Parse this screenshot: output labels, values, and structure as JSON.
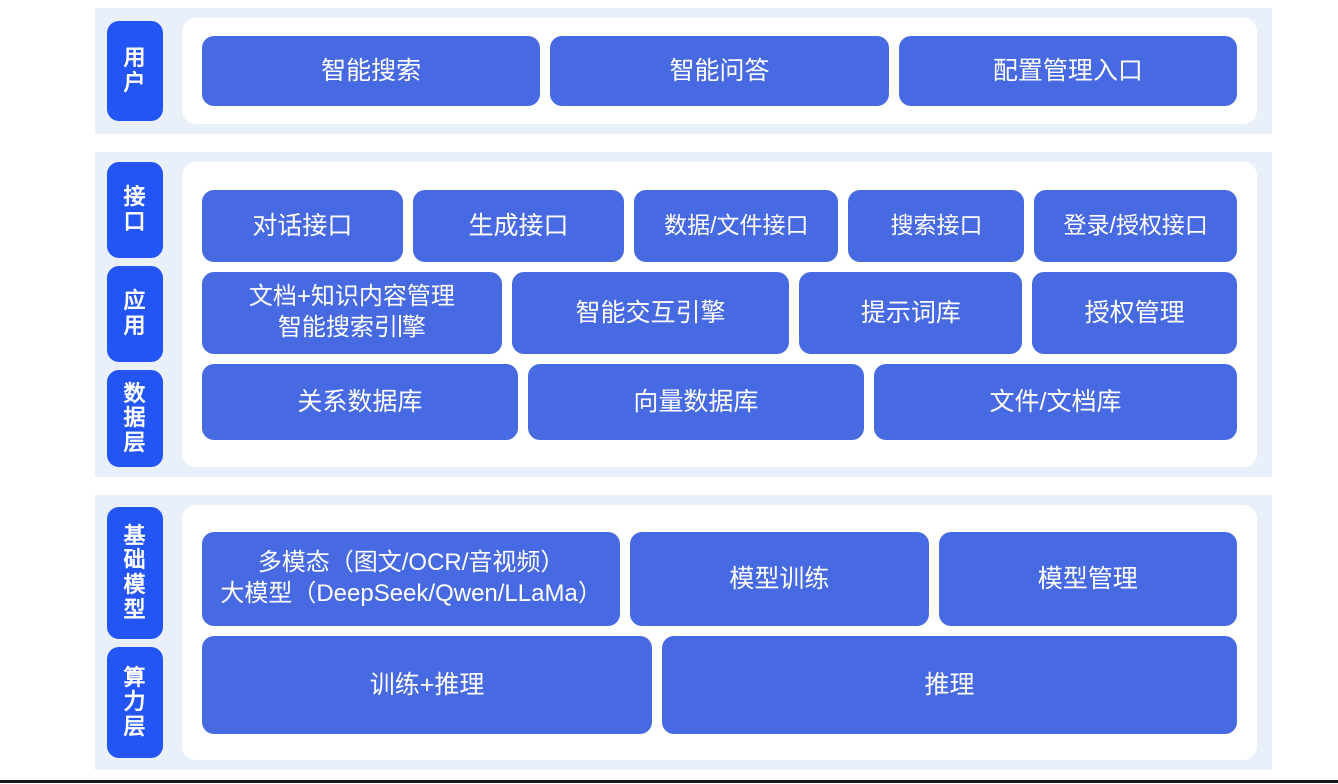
{
  "colors": {
    "band_background": "#e9f0fa",
    "panel_background": "#ffffff",
    "tab_blue": "#2355f5",
    "box_blue": "#476ae2",
    "box_text": "#ffffff",
    "bottom_rule": "#16191f"
  },
  "bands": [
    {
      "id": "user",
      "tabs": [
        "用户"
      ],
      "rows": [
        {
          "id": "user-entries",
          "boxes": [
            {
              "label": "智能搜索",
              "flex": 1
            },
            {
              "label": "智能问答",
              "flex": 1
            },
            {
              "label": "配置管理入口",
              "flex": 1
            }
          ]
        }
      ]
    },
    {
      "id": "middle",
      "tabs": [
        "接口",
        "应用",
        "数据层"
      ],
      "rows": [
        {
          "id": "interface-row",
          "boxes": [
            {
              "label": "对话接口",
              "flex": 1.02
            },
            {
              "label": "生成接口",
              "flex": 1.08
            },
            {
              "label": "数据/文件接口",
              "flex": 1.04
            },
            {
              "label": "搜索接口",
              "flex": 0.88
            },
            {
              "label": "登录/授权接口",
              "flex": 1.03
            }
          ]
        },
        {
          "id": "application-row",
          "boxes": [
            {
              "label": "文档+知识内容管理\n智能搜索引擎",
              "flex": 1.53,
              "multiline": true,
              "caret_after": "智能搜索引"
            },
            {
              "label": "智能交互引擎",
              "flex": 1.41
            },
            {
              "label": "提示词库",
              "flex": 1.11
            },
            {
              "label": "授权管理",
              "flex": 1.01
            }
          ]
        },
        {
          "id": "data-row",
          "boxes": [
            {
              "label": "关系数据库",
              "flex": 1
            },
            {
              "label": "向量数据库",
              "flex": 1.07
            },
            {
              "label": "文件/文档库",
              "flex": 1.16
            }
          ]
        }
      ]
    },
    {
      "id": "base",
      "tabs": [
        "基础模型",
        "算力层"
      ],
      "rows": [
        {
          "id": "models-row",
          "boxes": [
            {
              "label": "多模态（图文/OCR/音视频）\n大模型（DeepSeek/Qwen/LLaMa）",
              "flex": 1.43,
              "multiline": true
            },
            {
              "label": "模型训练",
              "flex": 1.0
            },
            {
              "label": "模型管理",
              "flex": 1.0
            }
          ]
        },
        {
          "id": "compute-row",
          "boxes": [
            {
              "label": "训练+推理",
              "flex": 1.0
            },
            {
              "label": "推理",
              "flex": 1.29
            }
          ]
        }
      ]
    }
  ]
}
